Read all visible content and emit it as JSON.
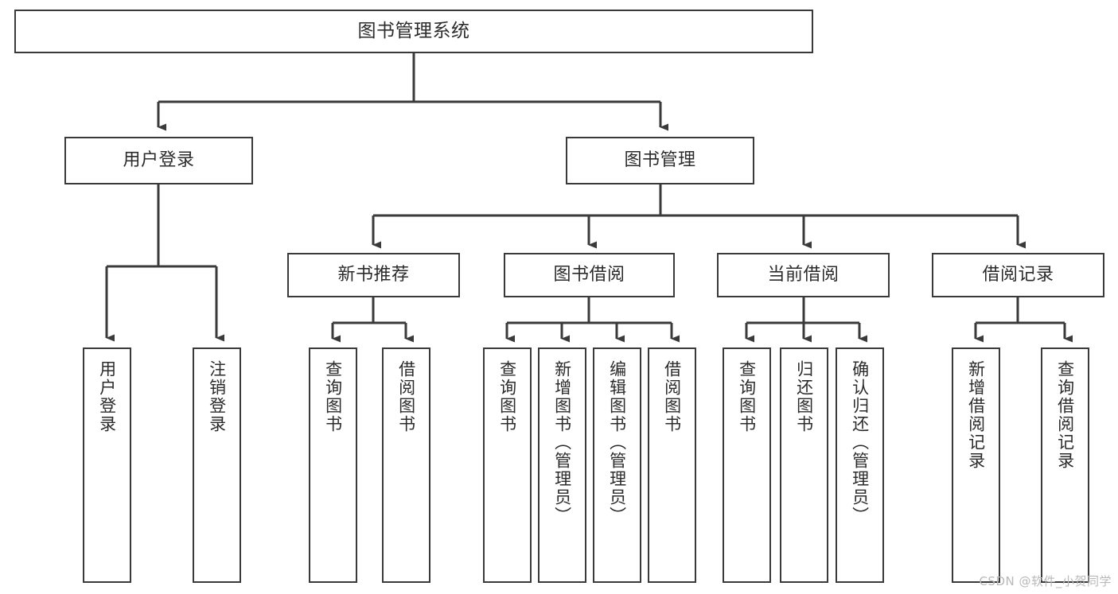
{
  "diagram": {
    "title": "图书管理系统",
    "watermark": "CSDN @软件_小贺同学",
    "line_color": "#3a3a3a",
    "box_fill": "#ffffff",
    "text_color": "#2b2b2b"
  },
  "nodes": {
    "root": {
      "label": "图书管理系统"
    },
    "level2": [
      {
        "label": "用户登录"
      },
      {
        "label": "图书管理"
      }
    ],
    "level3": [
      {
        "label": "新书推荐"
      },
      {
        "label": "图书借阅"
      },
      {
        "label": "当前借阅"
      },
      {
        "label": "借阅记录"
      }
    ],
    "leaves": {
      "user_login": [
        {
          "label": "用户登录"
        },
        {
          "label": "注销登录"
        }
      ],
      "new_book": [
        {
          "label": "查询图书"
        },
        {
          "label": "借阅图书"
        }
      ],
      "book_borrow": [
        {
          "label": "查询图书"
        },
        {
          "label": "新增图书（管理员）"
        },
        {
          "label": "编辑图书（管理员）"
        },
        {
          "label": "借阅图书"
        }
      ],
      "current_borrow": [
        {
          "label": "查询图书"
        },
        {
          "label": "归还图书"
        },
        {
          "label": "确认归还（管理员）"
        }
      ],
      "borrow_record": [
        {
          "label": "新增借阅记录"
        },
        {
          "label": "查询借阅记录"
        }
      ]
    }
  }
}
